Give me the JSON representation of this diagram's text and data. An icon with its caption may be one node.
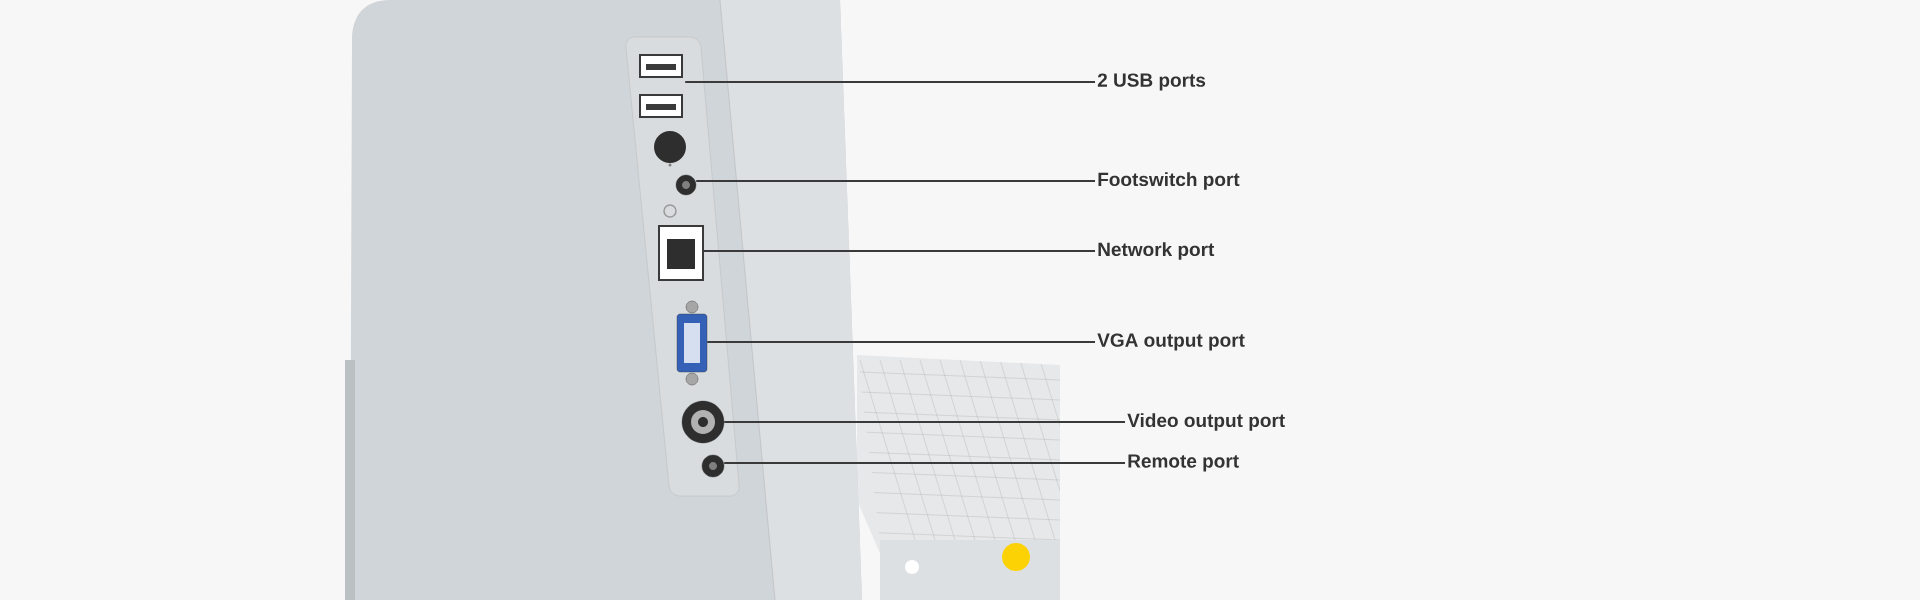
{
  "diagram": {
    "nodes": [
      {
        "text": [
          "2 USB ports"
        ]
      },
      {
        "text": [
          "Footswitch port"
        ]
      },
      {
        "text": [
          "Network port"
        ]
      },
      {
        "text": [
          "VGA output port"
        ]
      },
      {
        "text": [
          "Video output port"
        ]
      },
      {
        "text": [
          "Remote port"
        ]
      },
      {
        "text": [],
        "shape": "picture"
      },
      {
        "text": [],
        "shape": "picture"
      },
      {
        "text": [],
        "shape": "picture"
      },
      {
        "text": [],
        "shape": "picture"
      },
      {
        "text": [],
        "shape": "picture"
      },
      {
        "text": [],
        "shape": "picture"
      }
    ],
    "edges": [
      {
        "from": 0,
        "to": 6,
        "arrow": "none"
      },
      {
        "from": 1,
        "to": 7,
        "arrow": "none"
      },
      {
        "from": 2,
        "to": 8,
        "arrow": "none"
      },
      {
        "from": 3,
        "to": 9,
        "arrow": "none"
      },
      {
        "from": 4,
        "to": 10,
        "arrow": "none"
      },
      {
        "from": 5,
        "to": 11,
        "arrow": "none"
      }
    ]
  }
}
